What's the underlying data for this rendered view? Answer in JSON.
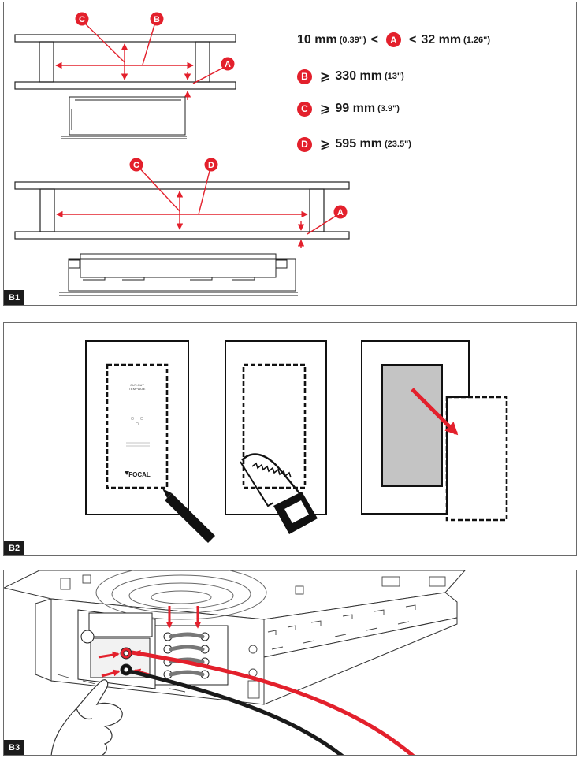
{
  "sections": {
    "b1": {
      "label": "B1"
    },
    "b2": {
      "label": "B2"
    },
    "b3": {
      "label": "B3"
    }
  },
  "markers": {
    "a": "A",
    "b": "B",
    "c": "C",
    "d": "D"
  },
  "specs": {
    "a": {
      "min": "10 mm",
      "min_in": "(0.39\")",
      "lt1": "<",
      "lt2": "<",
      "max": "32 mm",
      "max_in": "(1.26\")"
    },
    "b": {
      "op": "⩾",
      "value": "330 mm",
      "value_in": "(13\")"
    },
    "c": {
      "op": "⩾",
      "value": "99 mm",
      "value_in": "(3.9\")"
    },
    "d": {
      "op": "⩾",
      "value": "595 mm",
      "value_in": "(23.5\")"
    }
  },
  "template": {
    "line1": "CUT-OUT",
    "line2": "TEMPLATE",
    "brand": "FOCAL"
  },
  "colors": {
    "accent": "#e3202c",
    "cutout_fill": "#c4c4c4",
    "cable_black": "#1a1a1a",
    "label_bg": "#1c1c1c"
  }
}
